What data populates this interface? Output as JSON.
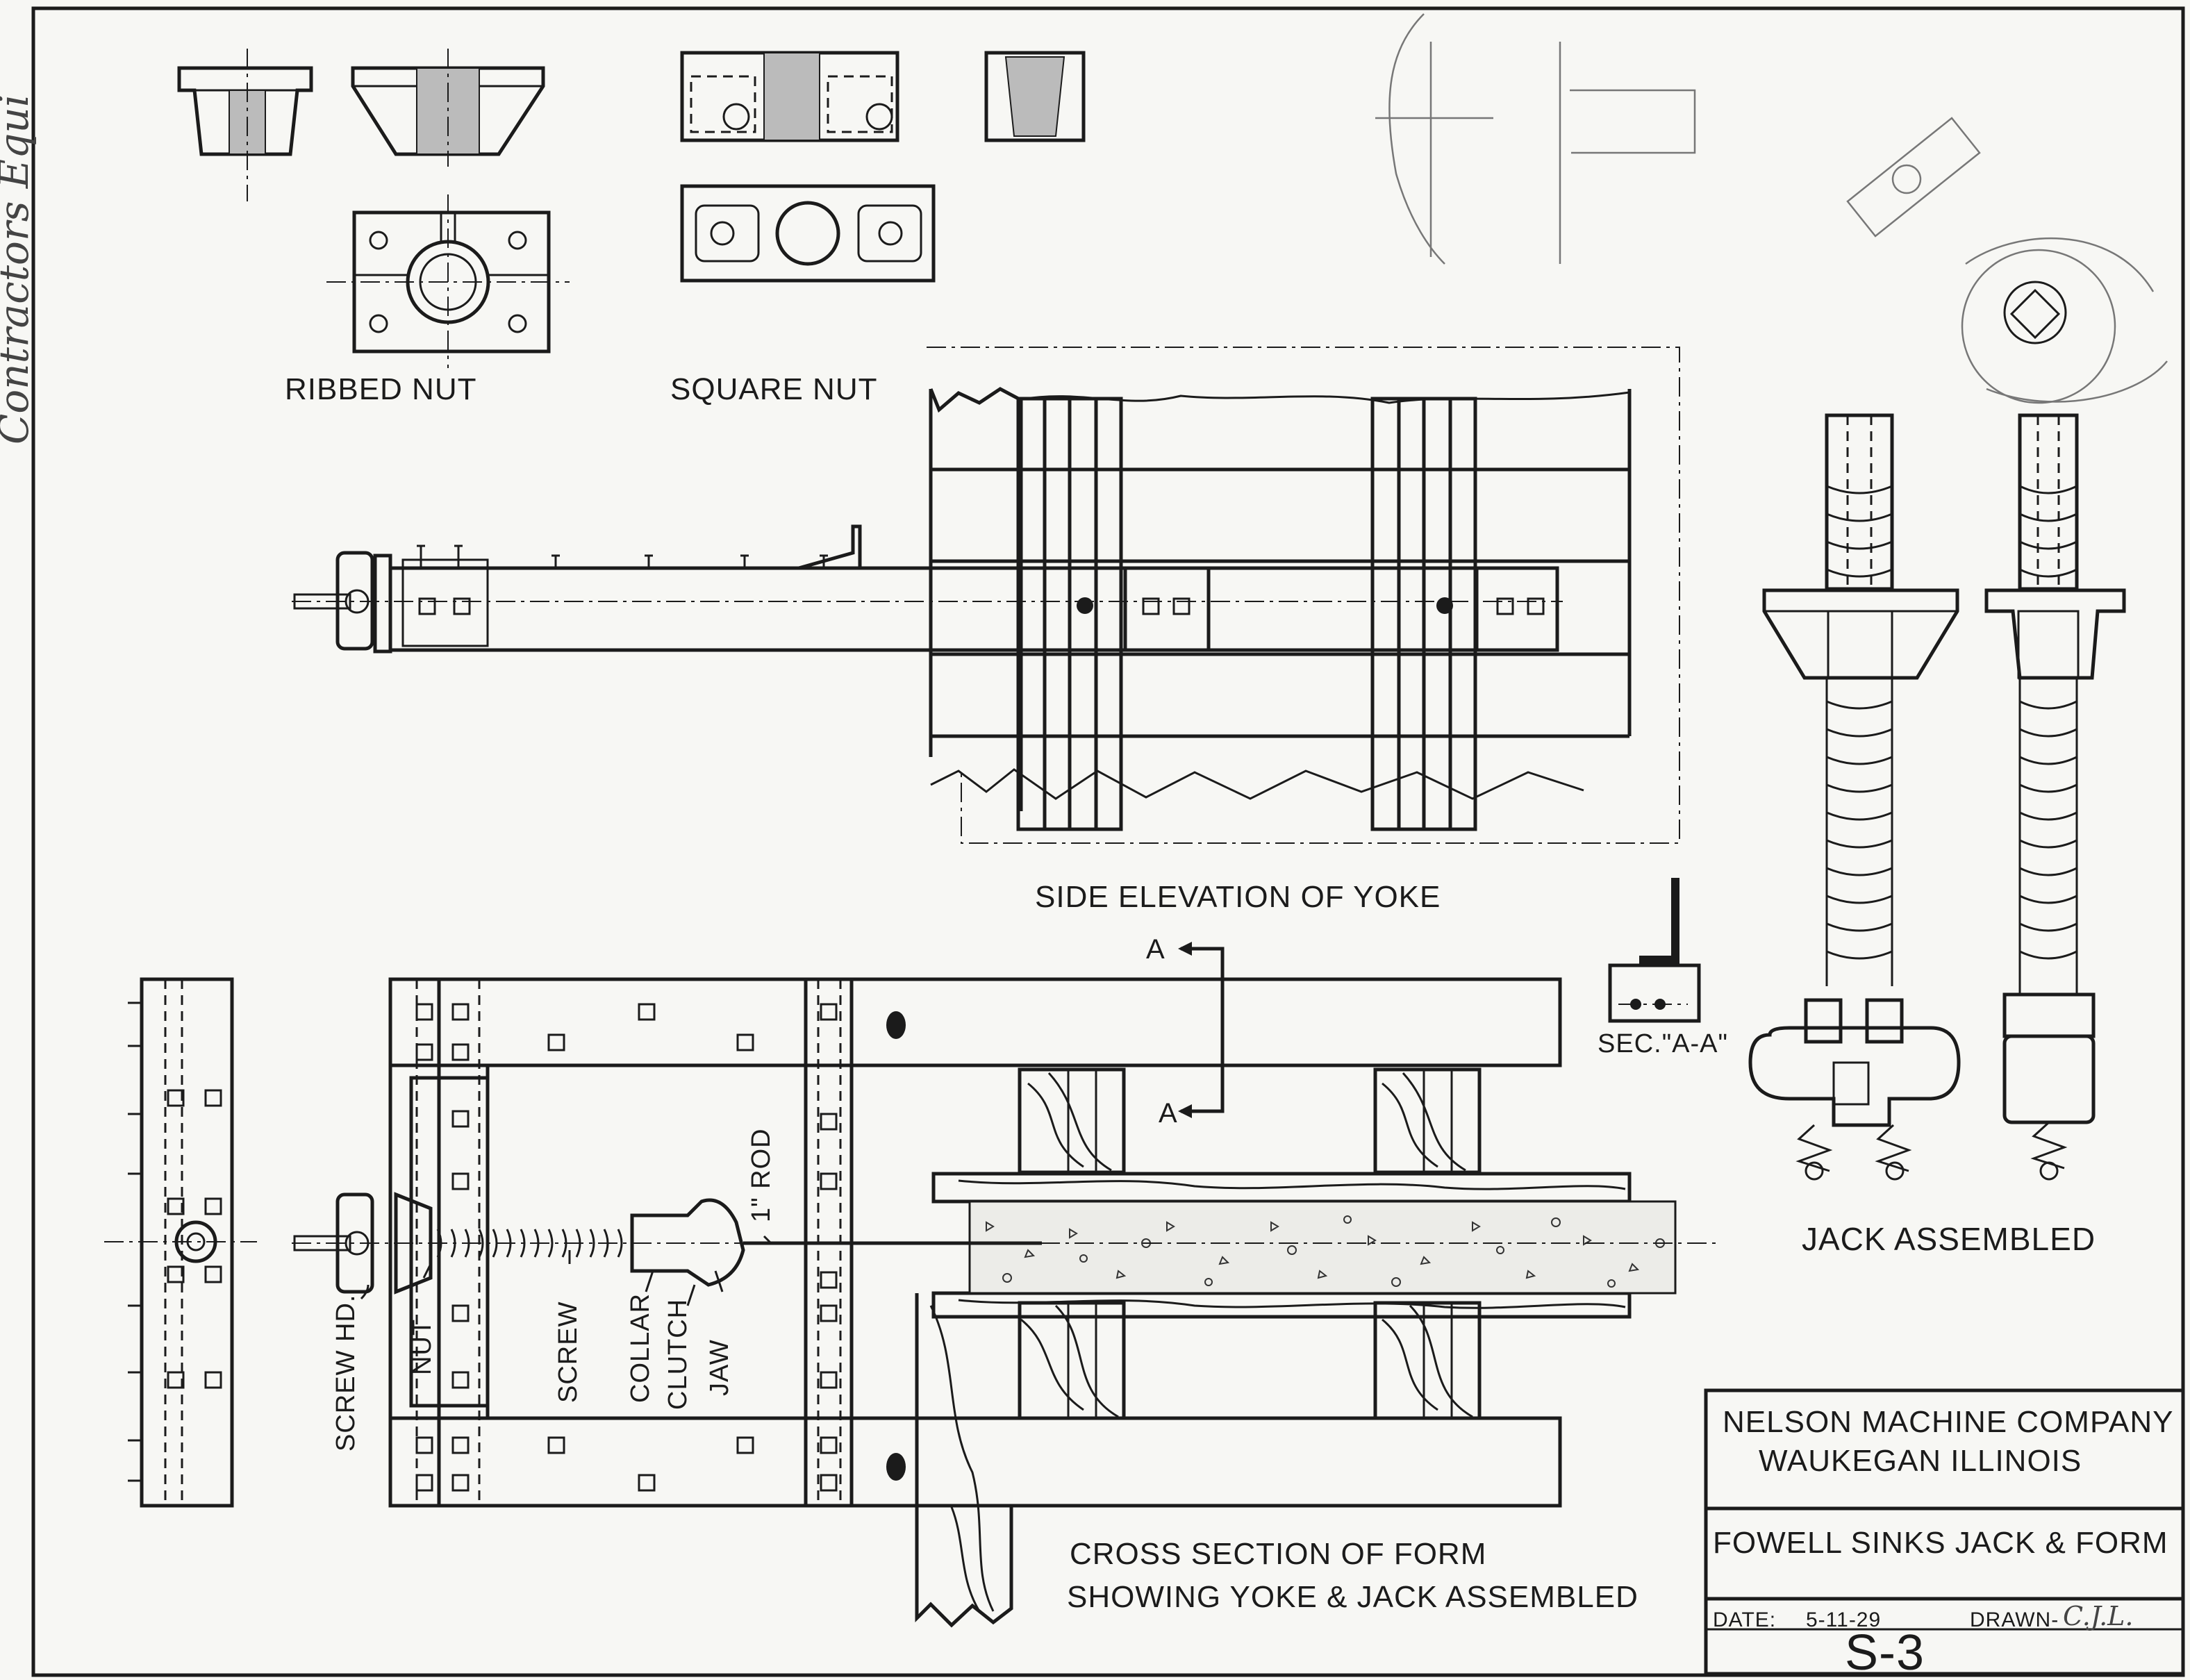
{
  "margin_note": "Contractors Equi",
  "views": {
    "ribbed_nut": "RIBBED NUT",
    "square_nut": "SQUARE NUT",
    "side_elevation": "SIDE ELEVATION OF YOKE",
    "section_aa": "SEC.\"A-A\"",
    "section_marker": "A",
    "jack_assembled": "JACK ASSEMBLED",
    "cross_section_line1": "CROSS SECTION OF FORM",
    "cross_section_line2": "SHOWING YOKE & JACK ASSEMBLED"
  },
  "callouts": [
    "SCREW HD.",
    "NUT",
    "SCREW",
    "COLLAR",
    "CLUTCH",
    "JAW",
    "1\" ROD"
  ],
  "title_block": {
    "company": "NELSON MACHINE COMPANY",
    "location": "WAUKEGAN ILLINOIS",
    "drawing_title": "FOWELL SINKS JACK & FORM",
    "date_label": "DATE:",
    "date": "5-11-29",
    "drawn_label": "DRAWN-",
    "drawn_by": "C.J.L.",
    "sheet": "S-3"
  }
}
